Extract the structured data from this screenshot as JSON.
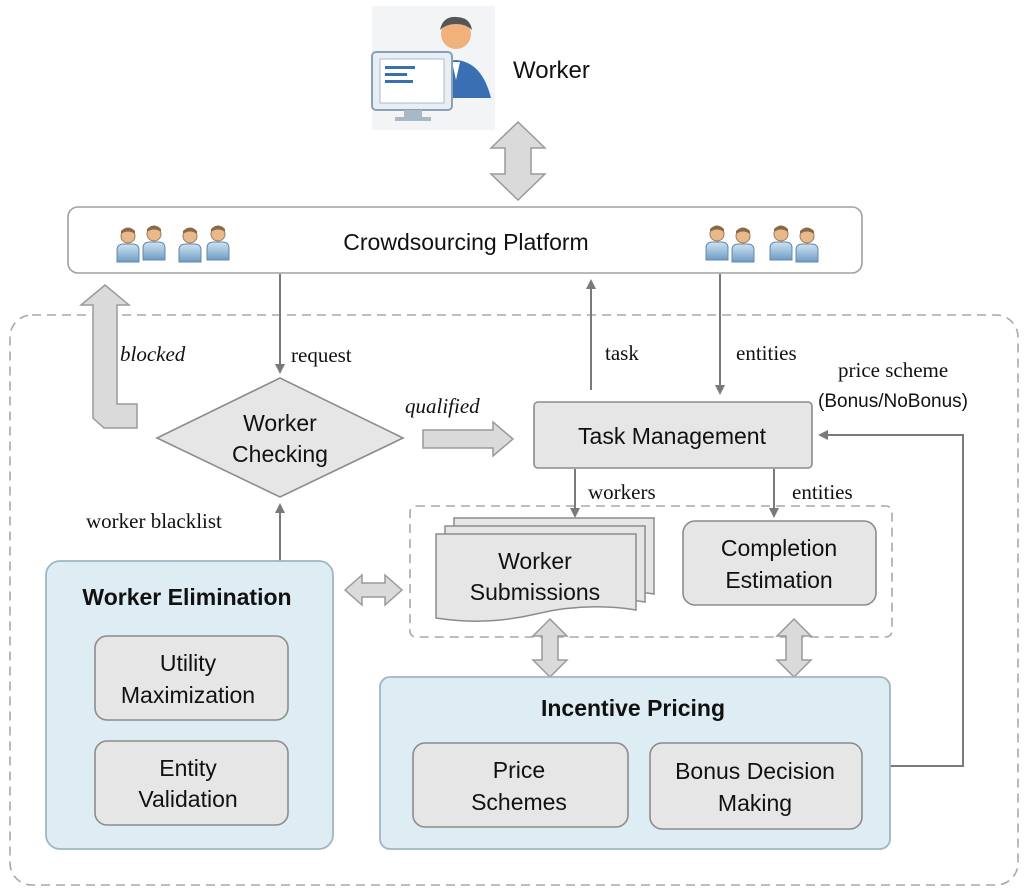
{
  "worker": {
    "label": "Worker"
  },
  "platform": {
    "label": "Crowdsourcing Platform"
  },
  "checking": {
    "line1": "Worker",
    "line2": "Checking"
  },
  "task_management": {
    "label": "Task Management"
  },
  "submissions": {
    "line1": "Worker",
    "line2": "Submissions"
  },
  "completion": {
    "line1": "Completion",
    "line2": "Estimation"
  },
  "elimination": {
    "title": "Worker Elimination",
    "utility": {
      "line1": "Utility",
      "line2": "Maximization"
    },
    "entity": {
      "line1": "Entity",
      "line2": "Validation"
    }
  },
  "incentive": {
    "title": "Incentive Pricing",
    "price": {
      "line1": "Price",
      "line2": "Schemes"
    },
    "bonus": {
      "line1": "Bonus Decision",
      "line2": "Making"
    }
  },
  "edges": {
    "blocked": "blocked",
    "request": "request",
    "qualified": "qualified",
    "task": "task",
    "entities_top": "entities",
    "price_scheme": "price scheme",
    "price_scheme_sub": "(Bonus/NoBonus)",
    "workers": "workers",
    "entities_bottom": "entities",
    "worker_blacklist": "worker blacklist"
  },
  "colors": {
    "box_fill": "#e6e6e6",
    "box_stroke": "#8c8c8c",
    "panel_fill": "#deedf4",
    "panel_stroke": "#9fb6c4",
    "arrow_fill": "#dadada",
    "line": "#7a7a7a"
  }
}
